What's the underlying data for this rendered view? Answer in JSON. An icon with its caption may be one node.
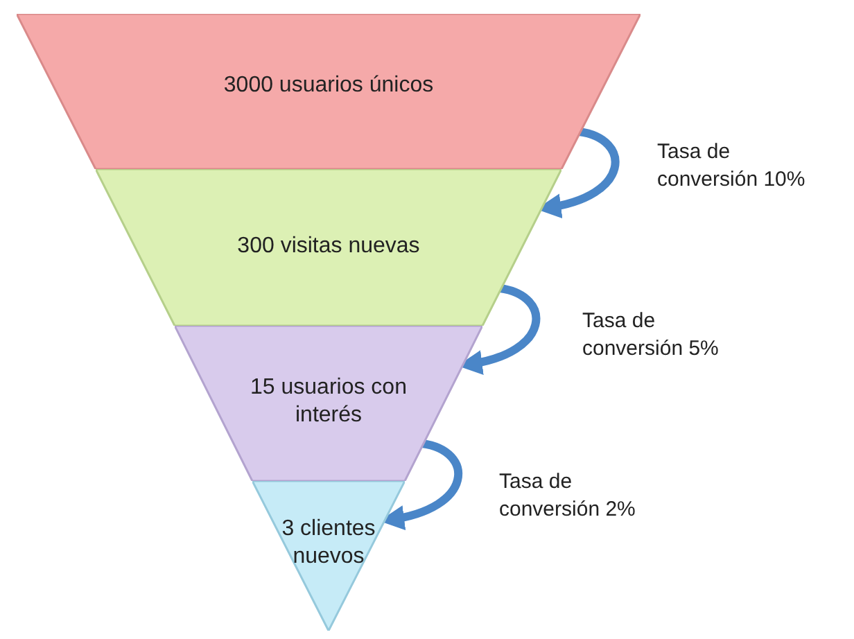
{
  "diagram": {
    "nodes": [
      {
        "text": [
          "3000 usuarios únicos"
        ]
      },
      {
        "text": [
          "300 visitas nuevas"
        ]
      },
      {
        "text": [
          "15 usuarios con interés"
        ]
      },
      {
        "text": [
          "3 clientes nuevos"
        ]
      }
    ],
    "edges": [
      {
        "from": 0,
        "to": 1,
        "arrow": "to",
        "label": "Tasa de conversión 10%"
      },
      {
        "from": 1,
        "to": 2,
        "arrow": "to",
        "label": "Tasa de conversión 5%"
      },
      {
        "from": 2,
        "to": 3,
        "arrow": "to",
        "label": "Tasa de conversión 2%"
      }
    ]
  }
}
